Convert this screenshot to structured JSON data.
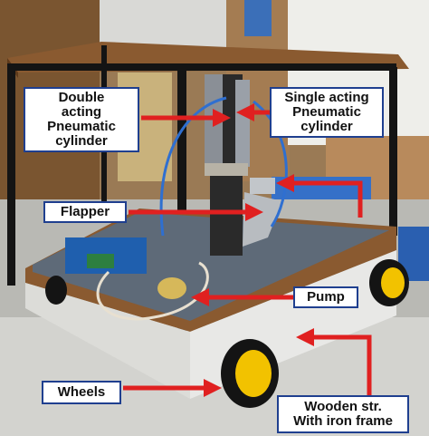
{
  "labels": {
    "double_acting": "Double\nacting\nPneumatic\ncylinder",
    "single_acting": "Single acting\nPneumatic\ncylinder",
    "flapper": "Flapper",
    "pump": "Pump",
    "wheels": "Wheels",
    "wooden": "Wooden str.\nWith iron frame"
  },
  "colors": {
    "arrow": "#e02020",
    "label_border": "#1f3f8f",
    "wheel_yellow": "#f2c200",
    "frame": "#141414",
    "wood": "#8a5a30"
  }
}
